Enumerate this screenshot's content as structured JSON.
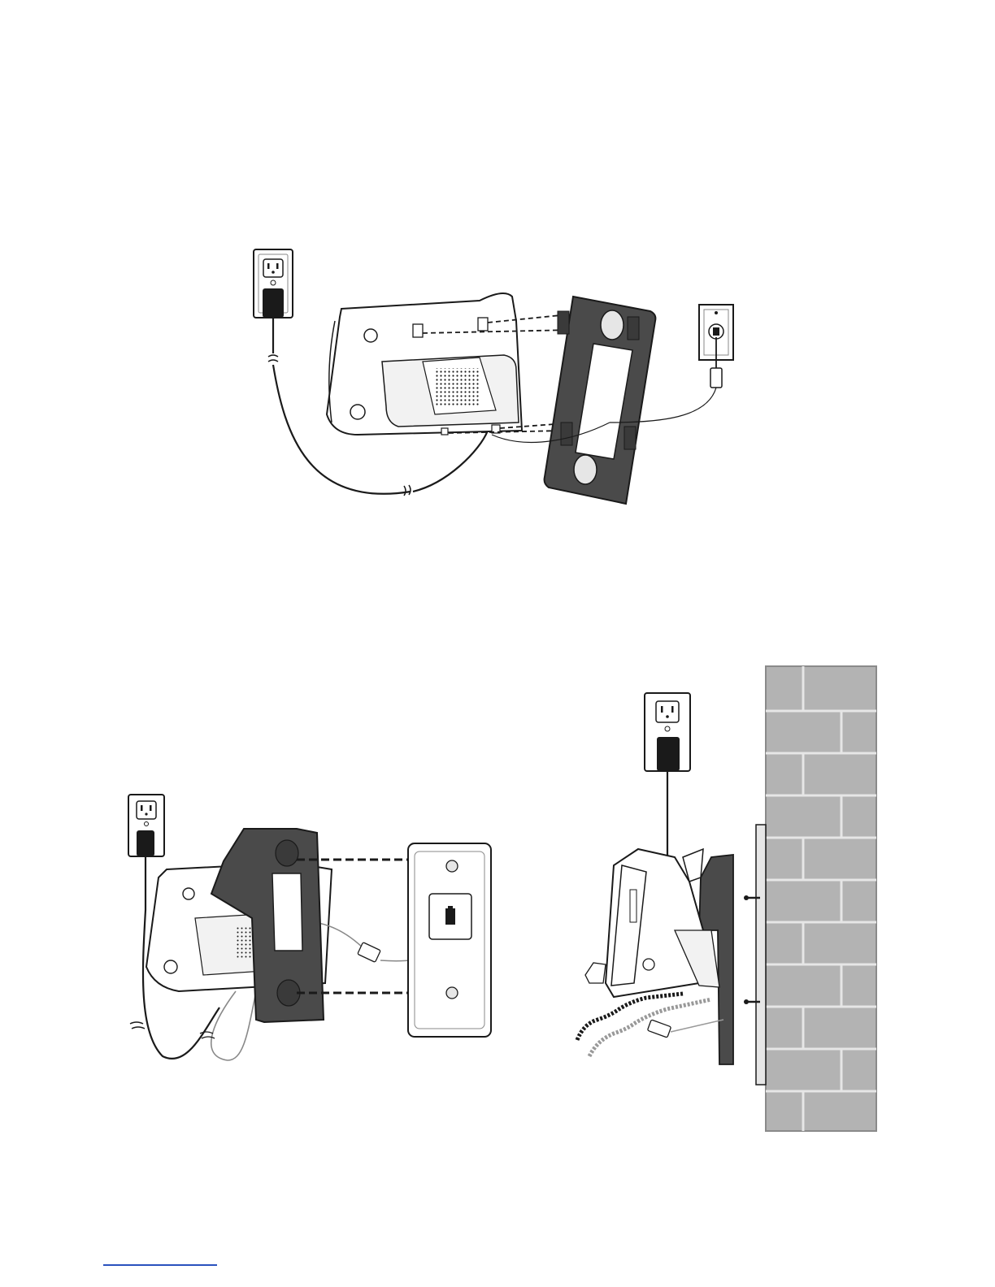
{
  "page": {
    "background": "#ffffff"
  },
  "figures": [
    {
      "id": "top",
      "description_icons": [
        "power-outlet-icon",
        "power-adapter-icon",
        "telephone-base-icon",
        "wall-mount-bracket-icon",
        "telephone-wall-jack-icon",
        "telephone-line-cord-icon"
      ]
    },
    {
      "id": "bottom-left",
      "description_icons": [
        "power-outlet-icon",
        "power-adapter-icon",
        "telephone-base-icon",
        "wall-mount-bracket-icon",
        "wall-plate-icon",
        "telephone-line-cord-icon"
      ]
    },
    {
      "id": "bottom-right",
      "description_icons": [
        "power-outlet-icon",
        "power-adapter-icon",
        "mounted-telephone-icon",
        "brick-wall-icon",
        "coiled-cord-icon"
      ]
    }
  ],
  "colors": {
    "outline": "#1a1a1a",
    "bracket": "#4a4a4a",
    "brick": "#b3b3b3",
    "mortar": "#e6e6e6",
    "footer_link": "#2a52be"
  }
}
